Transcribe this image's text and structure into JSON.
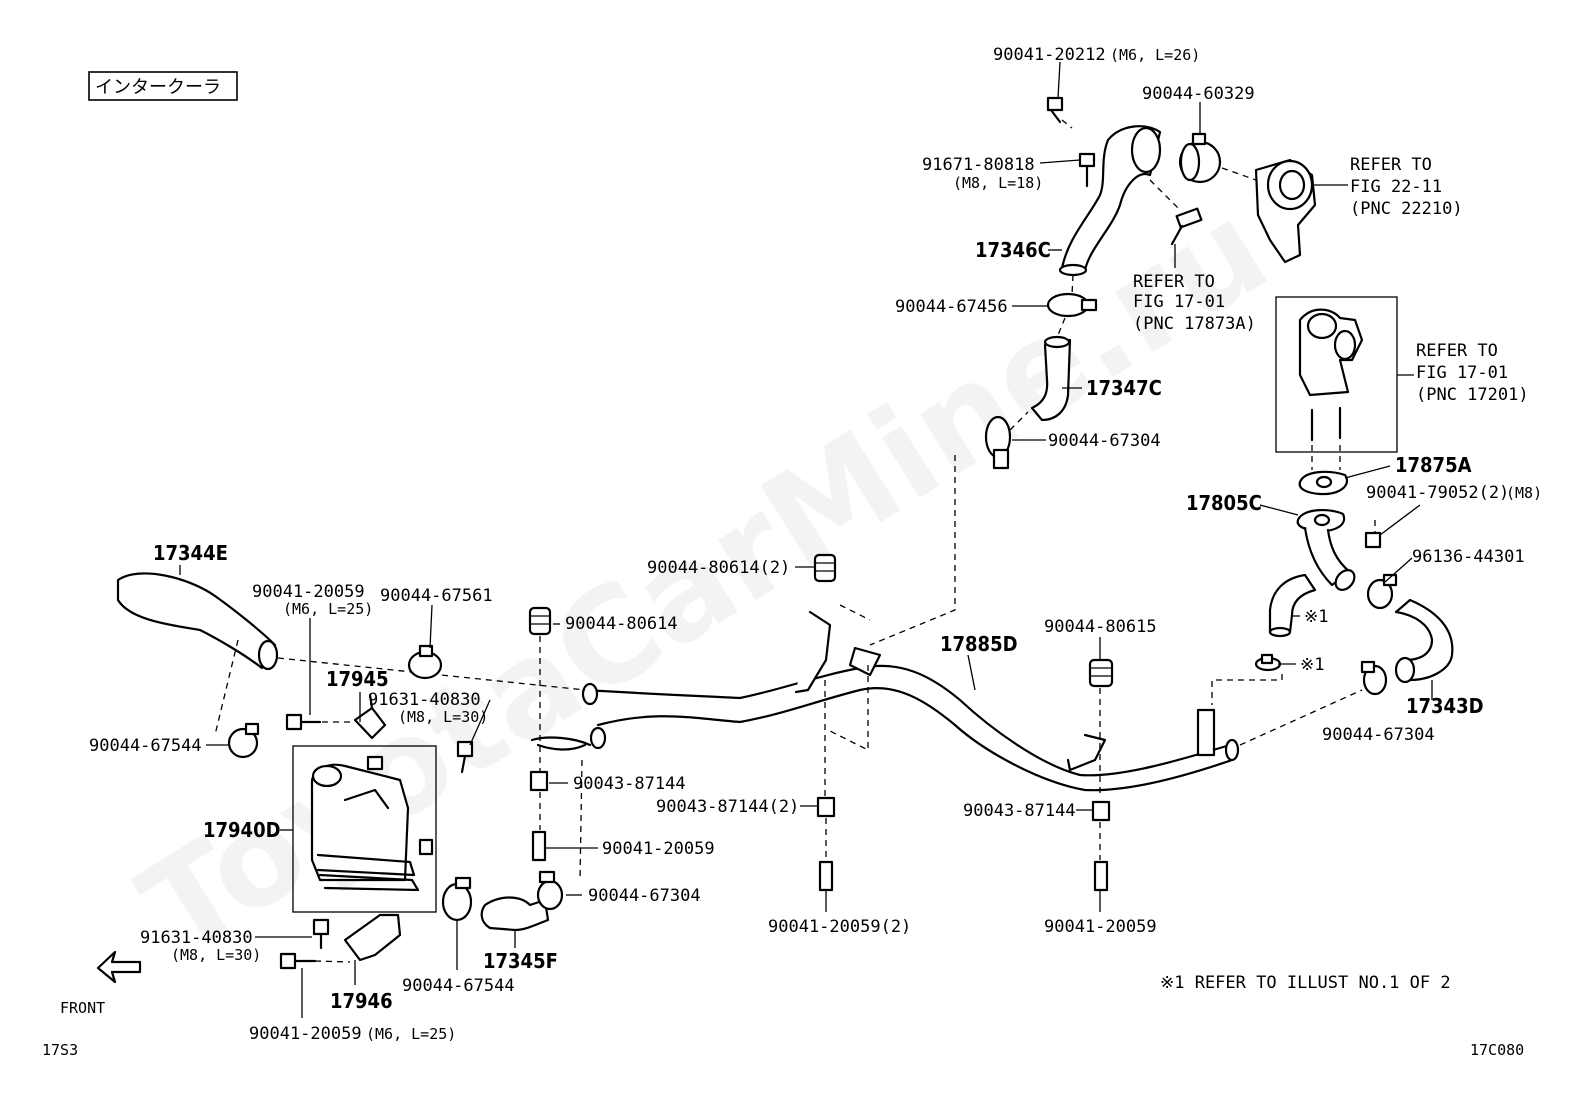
{
  "title_box": "インタークーラ",
  "footer": {
    "left_code": "17S3",
    "right_code": "17C080",
    "front_label": "FRONT"
  },
  "note": "※1 REFER TO ILLUST NO.1 OF 2",
  "watermark": "ToyotaCarMine.ru",
  "callouts": {
    "c1": "90041-20212",
    "c1s": "(M6, L=26)",
    "c2": "90044-60329",
    "c3": "91671-80818",
    "c3s": "(M8, L=18)",
    "c4": "REFER TO",
    "c4b": "FIG 22-11",
    "c4c": "(PNC 22210)",
    "c5": "17346C",
    "c6": "REFER TO",
    "c6b": "FIG 17-01",
    "c6c": "(PNC 17873A)",
    "c7": "90044-67456",
    "c8": "17347C",
    "c9": "REFER TO",
    "c9b": "FIG 17-01",
    "c9c": "(PNC 17201)",
    "c10": "90044-67304",
    "c11": "17875A",
    "c12": "17805C",
    "c13": "90041-79052(2)",
    "c13s": "(M8)",
    "c14": "96136-44301",
    "c15": "17344E",
    "c16": "90041-20059",
    "c16s": "(M6, L=25)",
    "c17": "90044-67561",
    "c18": "90044-80614(2)",
    "c19": "90044-80614",
    "c20": "17945",
    "c21": "91631-40830",
    "c21s": "(M8, L=30)",
    "c22": "17885D",
    "c23": "90044-80615",
    "c24": "※1",
    "c25": "※1",
    "c26": "17343D",
    "c27": "90044-67544",
    "c28": "90043-87144",
    "c29": "90044-67304",
    "c30": "90043-87144(2)",
    "c31": "90043-87144",
    "c32": "17940D",
    "c33": "90041-20059",
    "c34": "90044-67304",
    "c35": "91631-40830",
    "c35s": "(M8, L=30)",
    "c36": "90041-20059(2)",
    "c37": "90041-20059",
    "c38": "17345F",
    "c39": "90044-67544",
    "c40": "17946",
    "c41": "90041-20059",
    "c41s": "(M6, L=25)"
  }
}
